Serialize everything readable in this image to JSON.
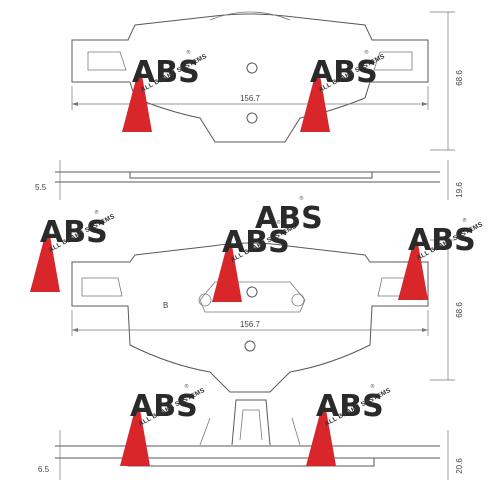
{
  "colors": {
    "line": "#5a5a5a",
    "logo_red": "#d8262b",
    "logo_dark": "#2a2a2a",
    "background": "#ffffff"
  },
  "dimensions": {
    "top_pad_width": "156.7",
    "top_pad_height": "68.6",
    "top_pad_thickness": "5.5",
    "top_pad_total_thickness": "19.6",
    "bottom_pad_width": "156.7",
    "bottom_pad_height": "68.6",
    "bottom_pad_thickness": "6.5",
    "bottom_pad_total_thickness": "20.6"
  },
  "pad_label": "B",
  "logo": {
    "letters": "ABS",
    "tagline": "ALL BRAKE SYSTEMS",
    "registered": "®"
  }
}
